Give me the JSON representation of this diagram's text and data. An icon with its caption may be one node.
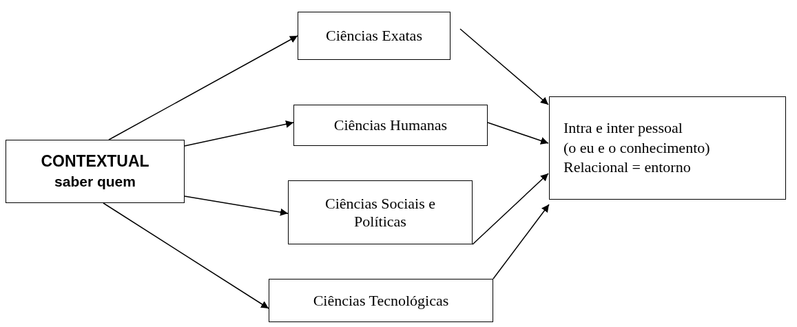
{
  "diagram": {
    "nodes": [
      {
        "text": [
          "CONTEXTUAL",
          "saber quem"
        ]
      },
      {
        "text": [
          "Ciências Exatas"
        ]
      },
      {
        "text": [
          "Ciências Humanas"
        ]
      },
      {
        "text": [
          "Ciências Sociais e Políticas"
        ]
      },
      {
        "text": [
          "Ciências Tecnológicas"
        ]
      },
      {
        "text": [
          "Intra e inter pessoal",
          "(o eu e o conhecimento)",
          "Relacional = entorno"
        ]
      }
    ],
    "edges": [
      {
        "from": 0,
        "to": 1,
        "arrow": "to"
      },
      {
        "from": 0,
        "to": 2,
        "arrow": "to"
      },
      {
        "from": 0,
        "to": 3,
        "arrow": "to"
      },
      {
        "from": 0,
        "to": 4,
        "arrow": "to"
      },
      {
        "from": 1,
        "to": 5,
        "arrow": "to"
      },
      {
        "from": 2,
        "to": 5,
        "arrow": "to"
      },
      {
        "from": 3,
        "to": 5,
        "arrow": "to"
      },
      {
        "from": 4,
        "to": 5,
        "arrow": "to"
      }
    ]
  }
}
